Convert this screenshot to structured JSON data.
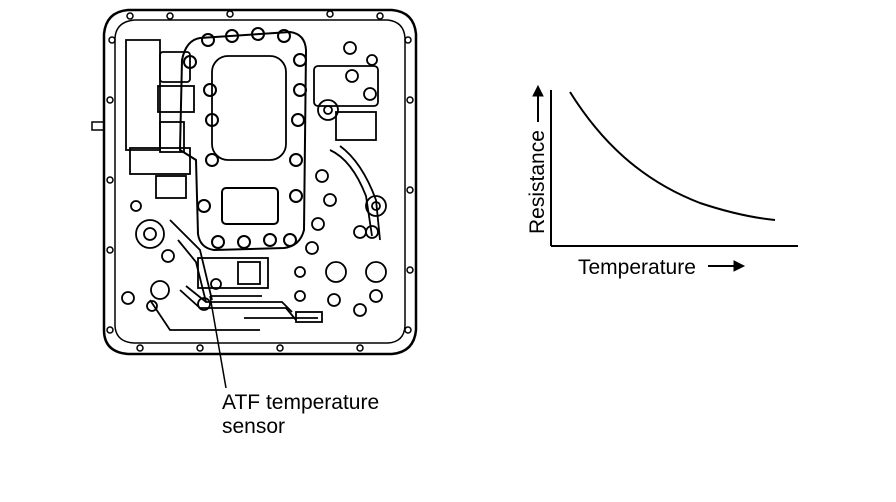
{
  "figure": {
    "callout": {
      "line1": "ATF temperature",
      "line2": "sensor"
    },
    "graph": {
      "x_axis_label": "Temperature",
      "y_axis_label": "Resistance",
      "arrow_glyph": "→",
      "curve_shape": "decreasing"
    }
  }
}
